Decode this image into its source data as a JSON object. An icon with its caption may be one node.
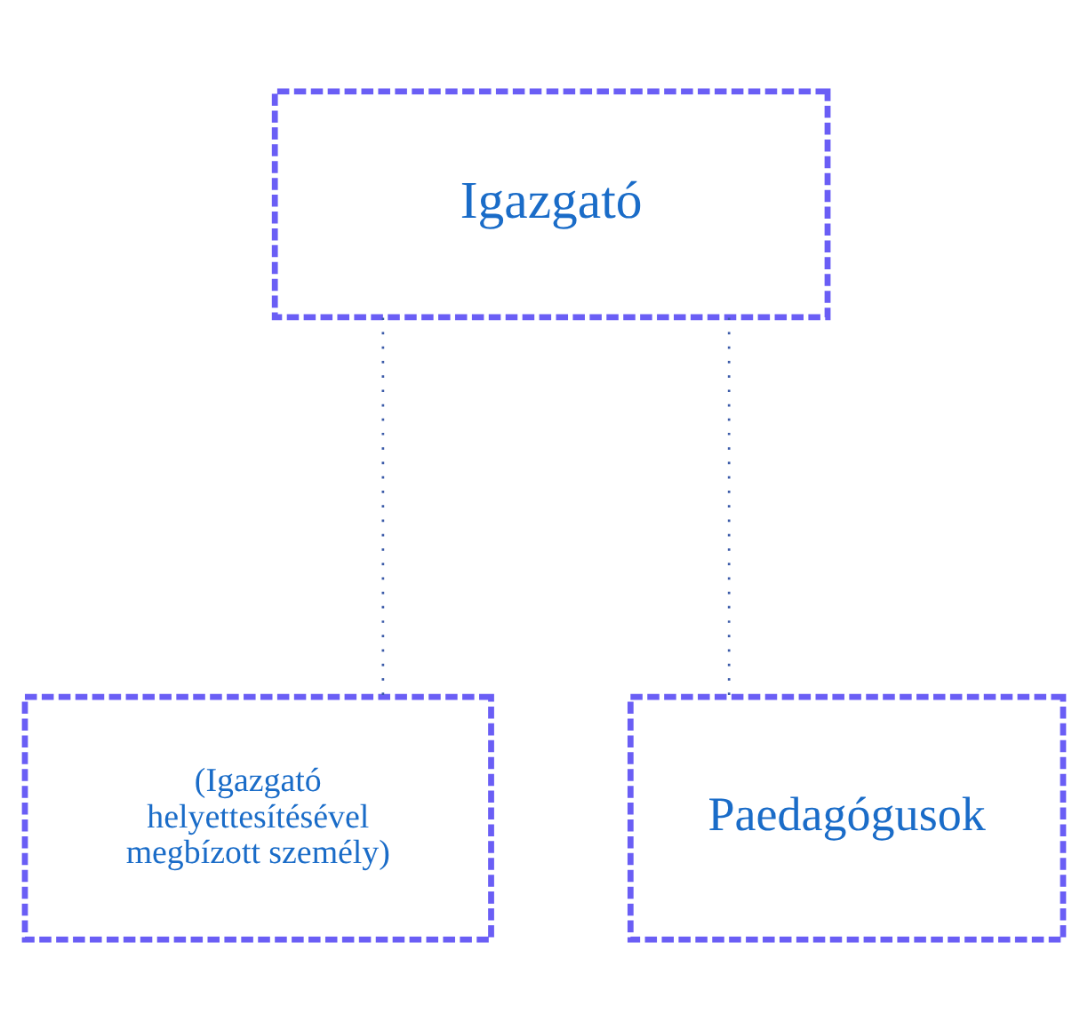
{
  "diagram": {
    "nodes": [
      {
        "text": [
          "Igazgató"
        ]
      },
      {
        "text": [
          "(Igazgató helyettesítésével megbízott személy)"
        ]
      },
      {
        "text": [
          "Paedagógusok"
        ]
      }
    ],
    "edges": [
      {
        "from": 0,
        "to": 1,
        "arrow": "none",
        "style": "dashed"
      },
      {
        "from": 0,
        "to": 2,
        "arrow": "none",
        "style": "dashed"
      }
    ]
  }
}
